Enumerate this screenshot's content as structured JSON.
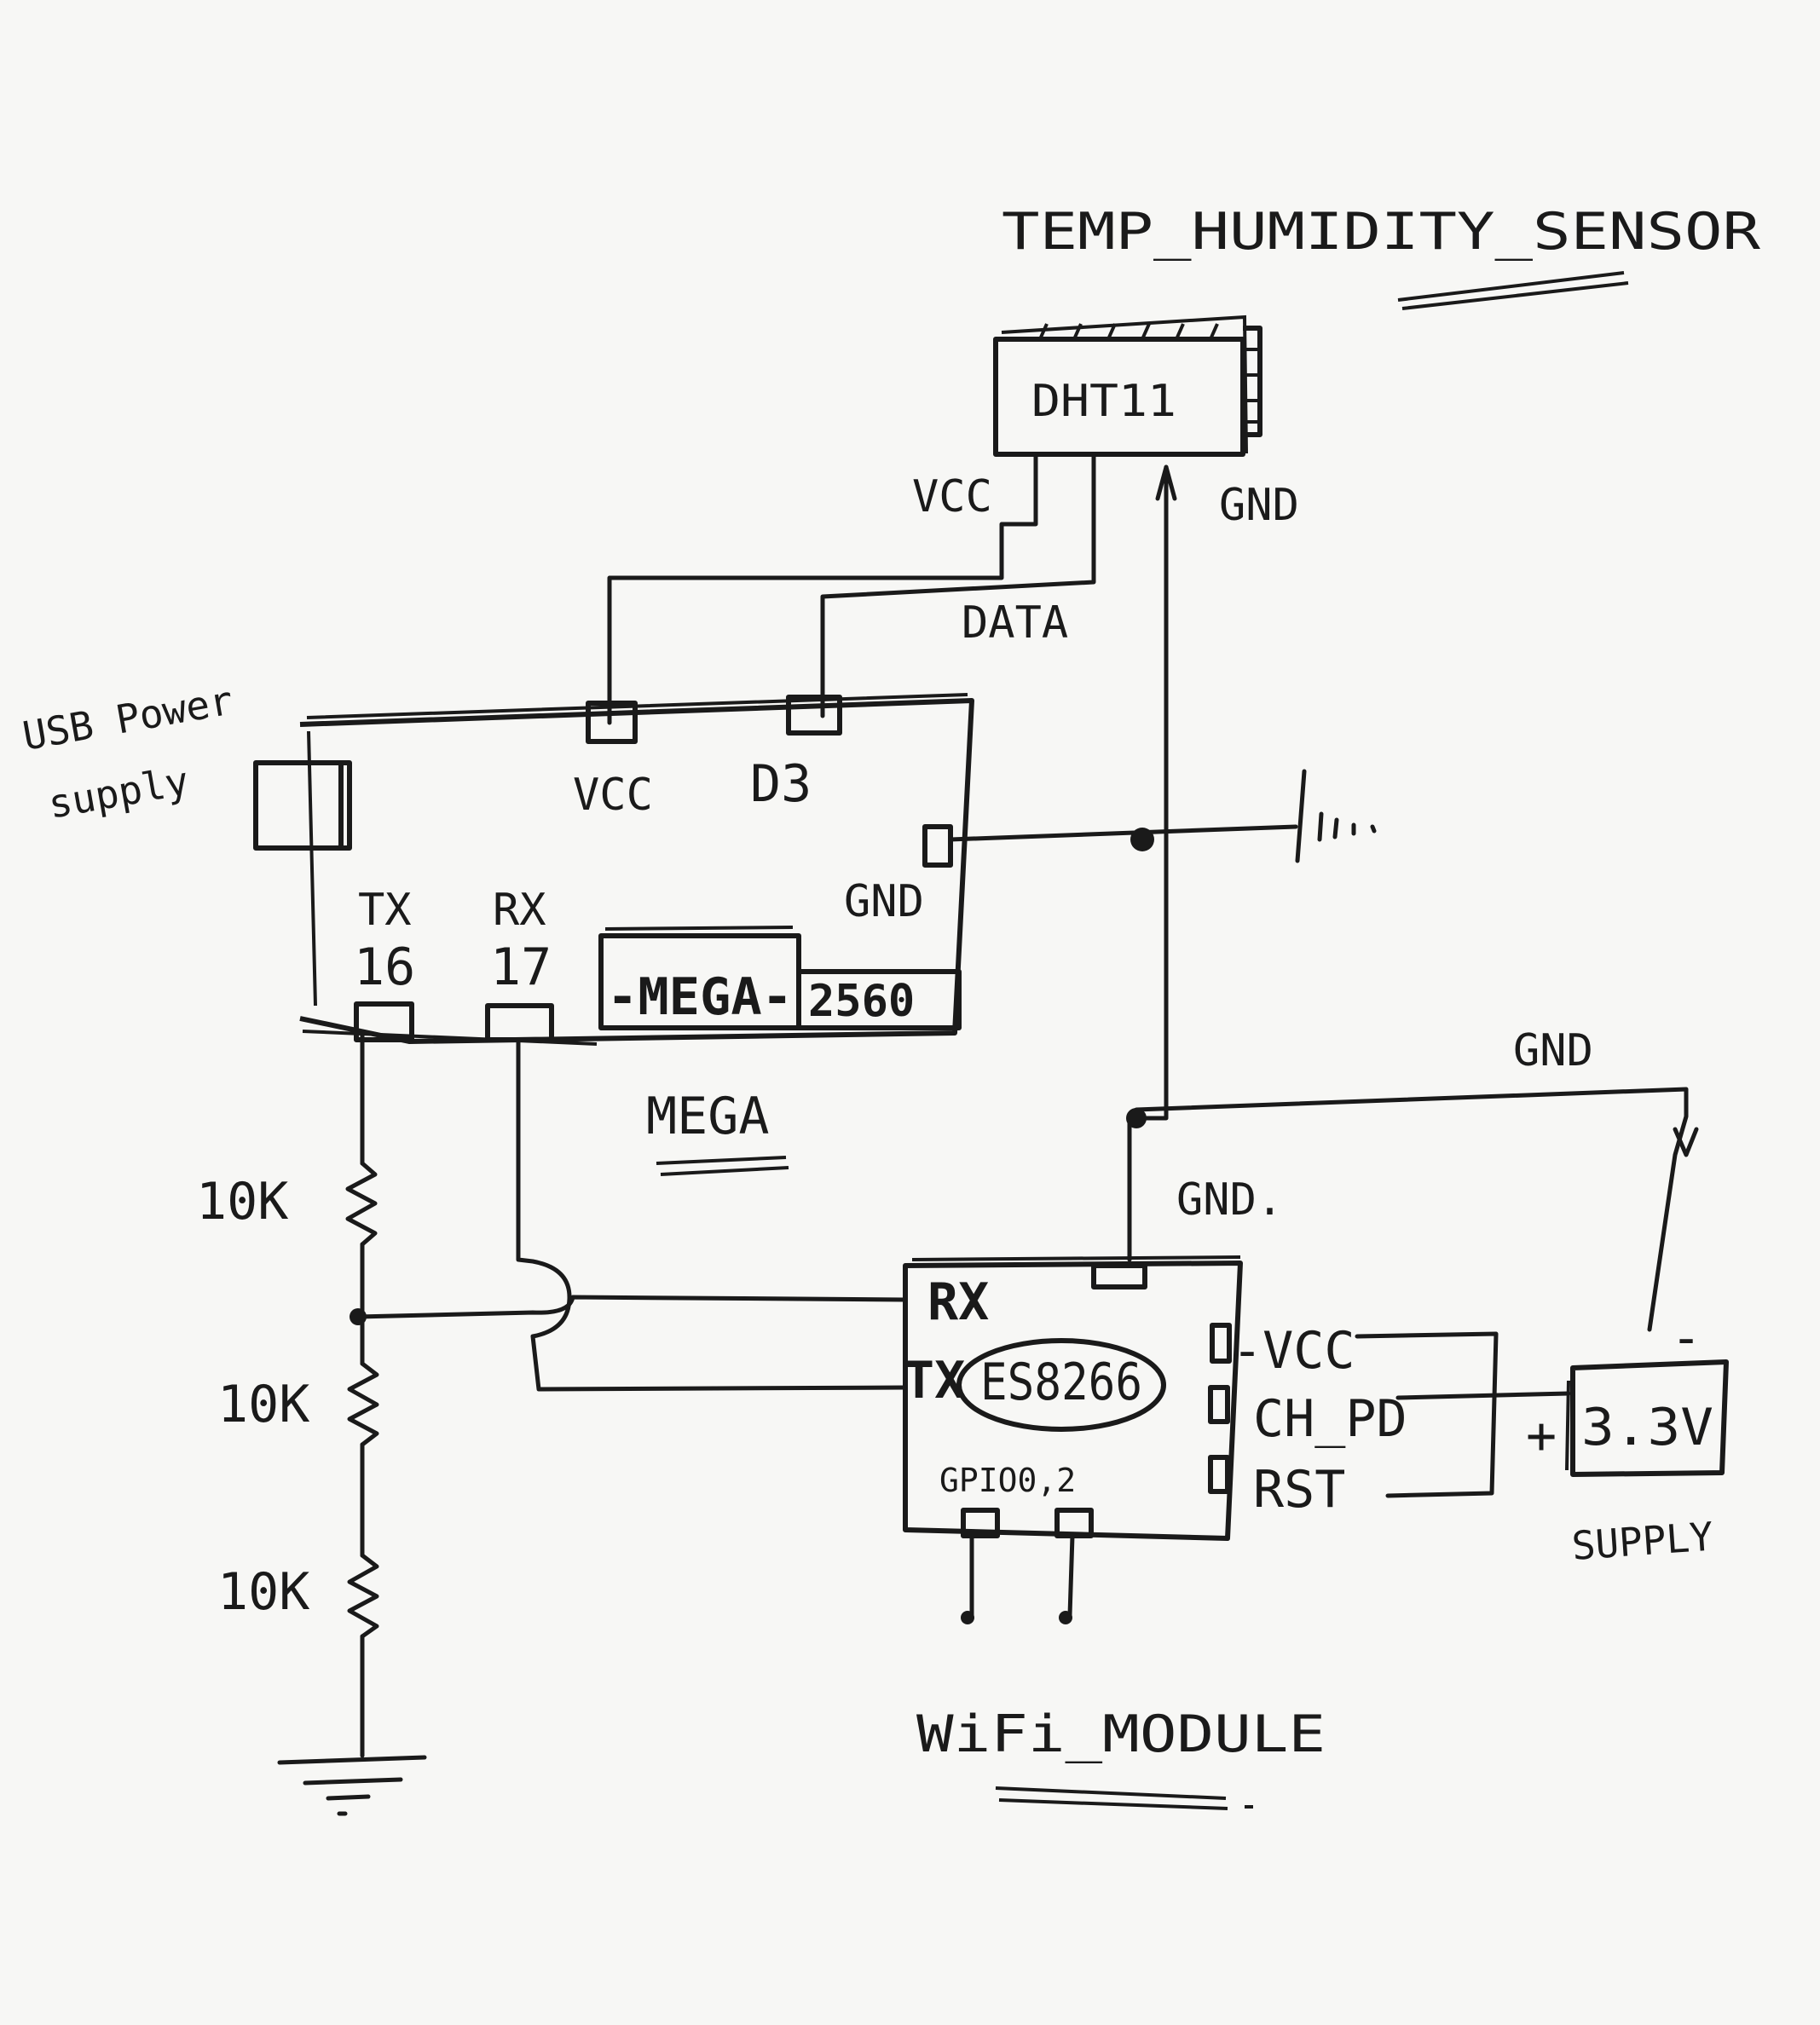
{
  "labels": {
    "sensor_title": "TEMP_HUMIDITY_SENSOR",
    "dht11": "DHT11",
    "vcc_dht": "VCC",
    "data": "DATA",
    "gnd_dht": "GND",
    "usb_power_line1": "USB Power",
    "usb_power_line2": "supply",
    "vcc_mega": "VCC",
    "d3": "D3",
    "gnd_mega": "GND",
    "tx": "TX",
    "tx_pin": "16",
    "rx": "RX",
    "rx_pin": "17",
    "mega_chip": "-MEGA-",
    "mega_model": "2560",
    "mega_title": "MEGA",
    "gnd_right": "GND",
    "gnd_esp": "GND.",
    "r1": "10K",
    "r2": "10K",
    "r3": "10K",
    "esp_rx": "RX",
    "esp_tx": "TX",
    "esp_chip": "ES8266",
    "esp_vcc": "-VCC",
    "esp_chpd": "CH_PD",
    "esp_rst": "RST",
    "gpio": "GPIO0,2",
    "supply_value": "3.3V",
    "supply_plus": "+",
    "supply_minus": "-",
    "supply_label": "SUPPLY",
    "wifi_title": "WiFi_MODULE"
  }
}
